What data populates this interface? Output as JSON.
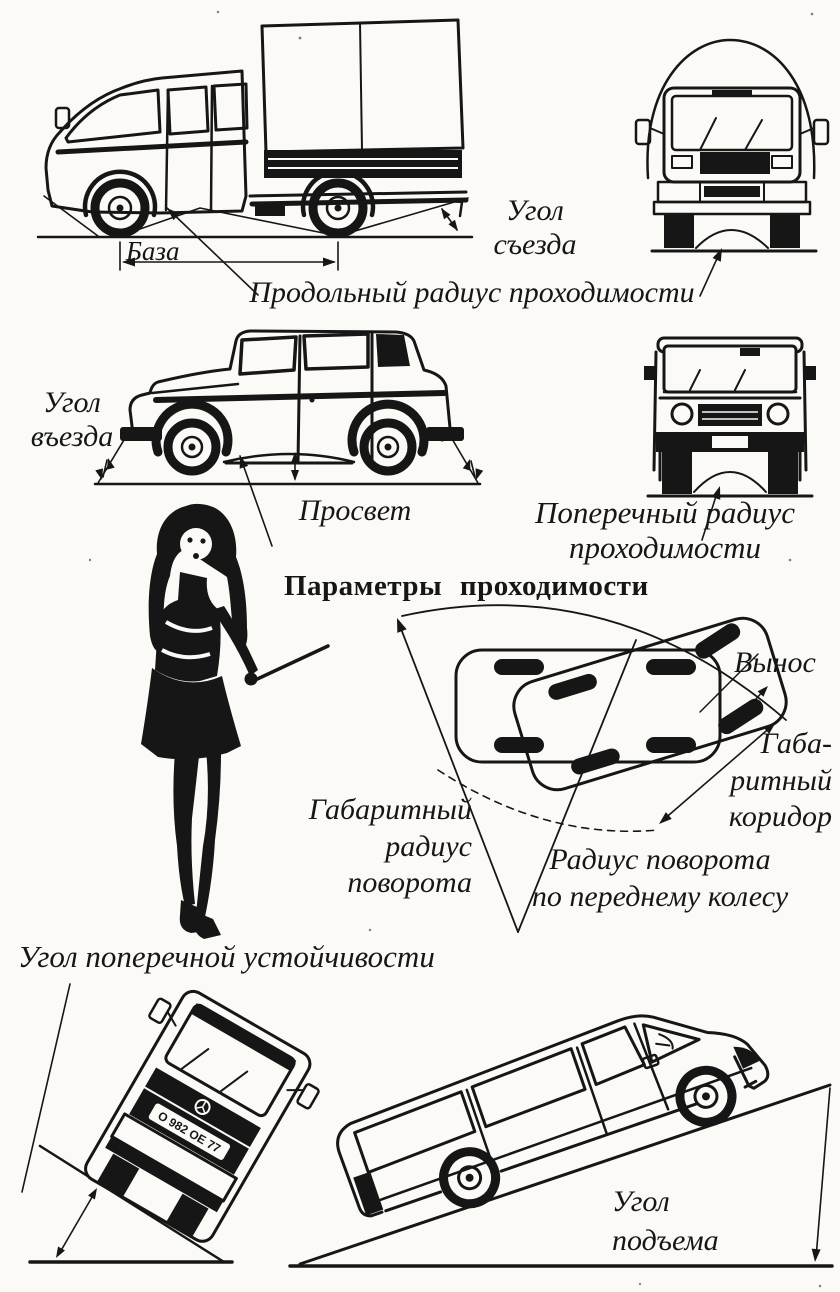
{
  "theme": {
    "ink": "#161616",
    "paper": "#fbfaf7"
  },
  "heading": {
    "title": "Параметры проходимости"
  },
  "top_truck": {
    "base_label": "База",
    "departure_angle": [
      "Угол",
      "съезда"
    ],
    "longitudinal_radius_label": "Продольный радиус проходимости"
  },
  "suv": {
    "approach_angle": [
      "Угол",
      "въезда"
    ],
    "clearance_label": "Просвет",
    "transverse_radius": [
      "Поперечный радиус",
      "проходимости"
    ]
  },
  "turning": {
    "overhang_label": "Вынос",
    "corridor": [
      "Габа-",
      "ритный",
      "коридор"
    ],
    "overall_radius": [
      "Габаритный",
      "радиус",
      "поворота"
    ],
    "front_wheel_radius": [
      "Радиус поворота",
      "по переднему колесу"
    ]
  },
  "stability": {
    "label": "Угол поперечной устойчивости",
    "license_plate": "О 982 ОЕ 77"
  },
  "climb": {
    "lines": [
      "Угол",
      "подъема"
    ]
  }
}
